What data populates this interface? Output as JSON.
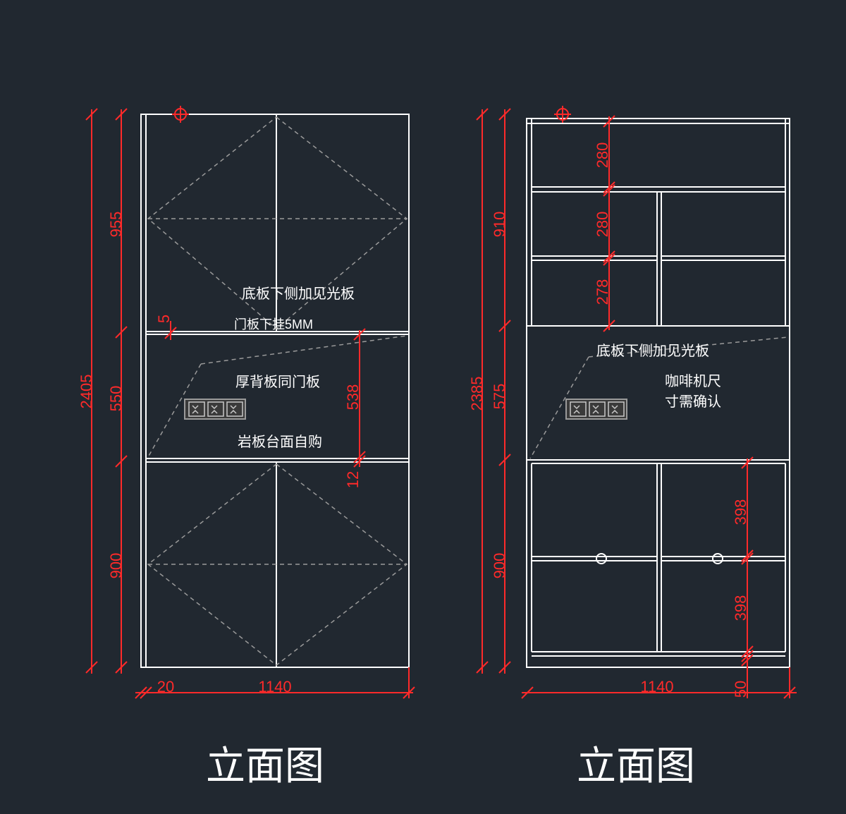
{
  "colors": {
    "background": "#212830",
    "linework": "#ffffff",
    "dimension": "#ff2a2a",
    "hidden": "#9a9a9a"
  },
  "left": {
    "title": "立面图",
    "notes": {
      "light_strip": "底板下侧加见光板",
      "door_hang": "门板下挂5MM",
      "back_panel": "厚背板同门板",
      "countertop": "岩板台面自购"
    },
    "dims": {
      "total_height": "2405",
      "upper_height": "955",
      "middle_height": "550",
      "lower_height": "900",
      "door_drop": "5",
      "niche_height": "538",
      "counter_thickness": "12",
      "side_gap": "20",
      "width": "1140"
    }
  },
  "right": {
    "title": "立面图",
    "notes": {
      "light_strip": "底板下侧加见光板",
      "coffee_line1": "咖啡机尺",
      "coffee_line2": "寸需确认"
    },
    "dims": {
      "total_height": "2385",
      "upper_height": "910",
      "middle_height": "575",
      "lower_height": "900",
      "shelf_1": "280",
      "shelf_2": "280",
      "shelf_3": "278",
      "lower_shelf_1": "398",
      "lower_shelf_2": "398",
      "plinth": "50",
      "width": "1140"
    }
  }
}
